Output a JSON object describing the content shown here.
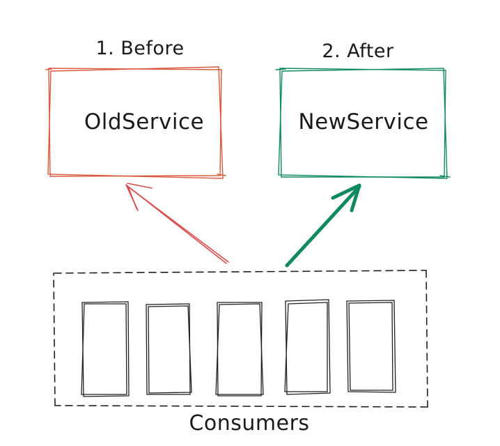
{
  "before": {
    "heading": "1. Before",
    "service_label": "OldService",
    "color": "#d9573b"
  },
  "after": {
    "heading": "2. After",
    "service_label": "NewService",
    "color": "#0f8a5f"
  },
  "arrows": {
    "old_color": "#d94a4a",
    "new_color": "#0f8a5f"
  },
  "consumers": {
    "label": "Consumers",
    "count": 5,
    "stroke": "#1f1f1f"
  }
}
